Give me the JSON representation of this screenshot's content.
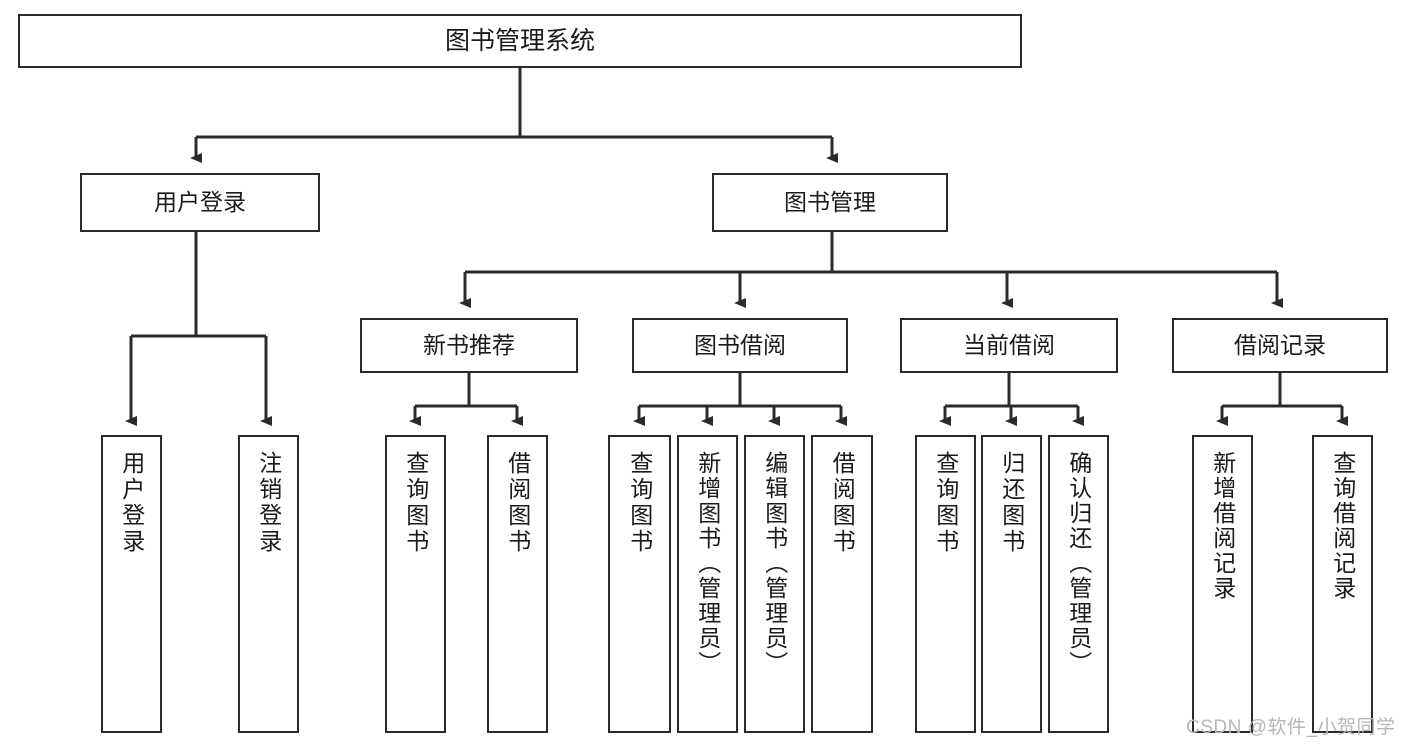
{
  "diagram": {
    "type": "tree-hierarchy",
    "title": "图书管理系统",
    "root": {
      "label": "图书管理系统"
    },
    "level2": [
      {
        "label": "用户登录"
      },
      {
        "label": "图书管理"
      }
    ],
    "level3": [
      {
        "label": "新书推荐"
      },
      {
        "label": "图书借阅"
      },
      {
        "label": "当前借阅"
      },
      {
        "label": "借阅记录"
      }
    ],
    "leaves": {
      "user_login": [
        {
          "label": "用户登录"
        },
        {
          "label": "注销登录"
        }
      ],
      "new_book_recommend": [
        {
          "label": "查询图书"
        },
        {
          "label": "借阅图书"
        }
      ],
      "book_borrow": [
        {
          "label": "查询图书"
        },
        {
          "label": "新增图书（管理员）"
        },
        {
          "label": "编辑图书（管理员）"
        },
        {
          "label": "借阅图书"
        }
      ],
      "current_borrow": [
        {
          "label": "查询图书"
        },
        {
          "label": "归还图书"
        },
        {
          "label": "确认归还（管理员）"
        }
      ],
      "borrow_record": [
        {
          "label": "新增借阅记录"
        },
        {
          "label": "查询借阅记录"
        }
      ]
    }
  },
  "watermark": {
    "text": "CSDN @软件_小贺同学"
  },
  "colors": {
    "stroke": "#2b2b2b",
    "background": "#ffffff",
    "text": "#1b1b1b",
    "watermark": "#b7b7b7"
  }
}
